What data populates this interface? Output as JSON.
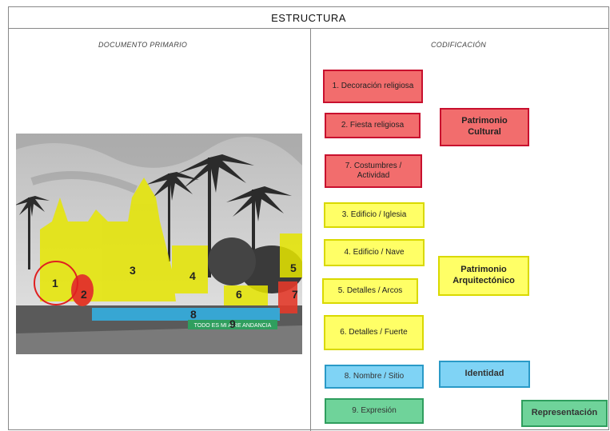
{
  "title": "ESTRUCTURA",
  "left_header": "DOCUMENTO PRIMARIO",
  "right_header": "CODIFICACIÓN",
  "photo": {
    "markers": [
      "1",
      "2",
      "3",
      "4",
      "5",
      "6",
      "7",
      "8",
      "9"
    ],
    "sign_text": "TODO ES MI AIRE ANDANCIA"
  },
  "codes": [
    {
      "label": "1. Decoración religiosa",
      "group": "red"
    },
    {
      "label": "2. Fiesta religiosa",
      "group": "red"
    },
    {
      "label": "7. Costumbres / Actividad",
      "group": "red"
    },
    {
      "label": "3. Edificio / Iglesia",
      "group": "yellow"
    },
    {
      "label": "4. Edificio / Nave",
      "group": "yellow"
    },
    {
      "label": "5. Detalles / Arcos",
      "group": "yellow"
    },
    {
      "label": "6. Detalles / Fuerte",
      "group": "yellow"
    },
    {
      "label": "8. Nombre / Sitio",
      "group": "blue"
    },
    {
      "label": "9. Expresión",
      "group": "green"
    }
  ],
  "categories": [
    {
      "label": "Patrimonio Cultural",
      "group": "red"
    },
    {
      "label": "Patrimonio Arquitectónico",
      "group": "yellow"
    },
    {
      "label": "Identidad",
      "group": "blue"
    },
    {
      "label": "Representación",
      "group": "green"
    }
  ],
  "colors": {
    "red": "#f26d6d",
    "yellow": "#ffff66",
    "blue": "#7fd3f5",
    "green": "#6fd39a"
  }
}
